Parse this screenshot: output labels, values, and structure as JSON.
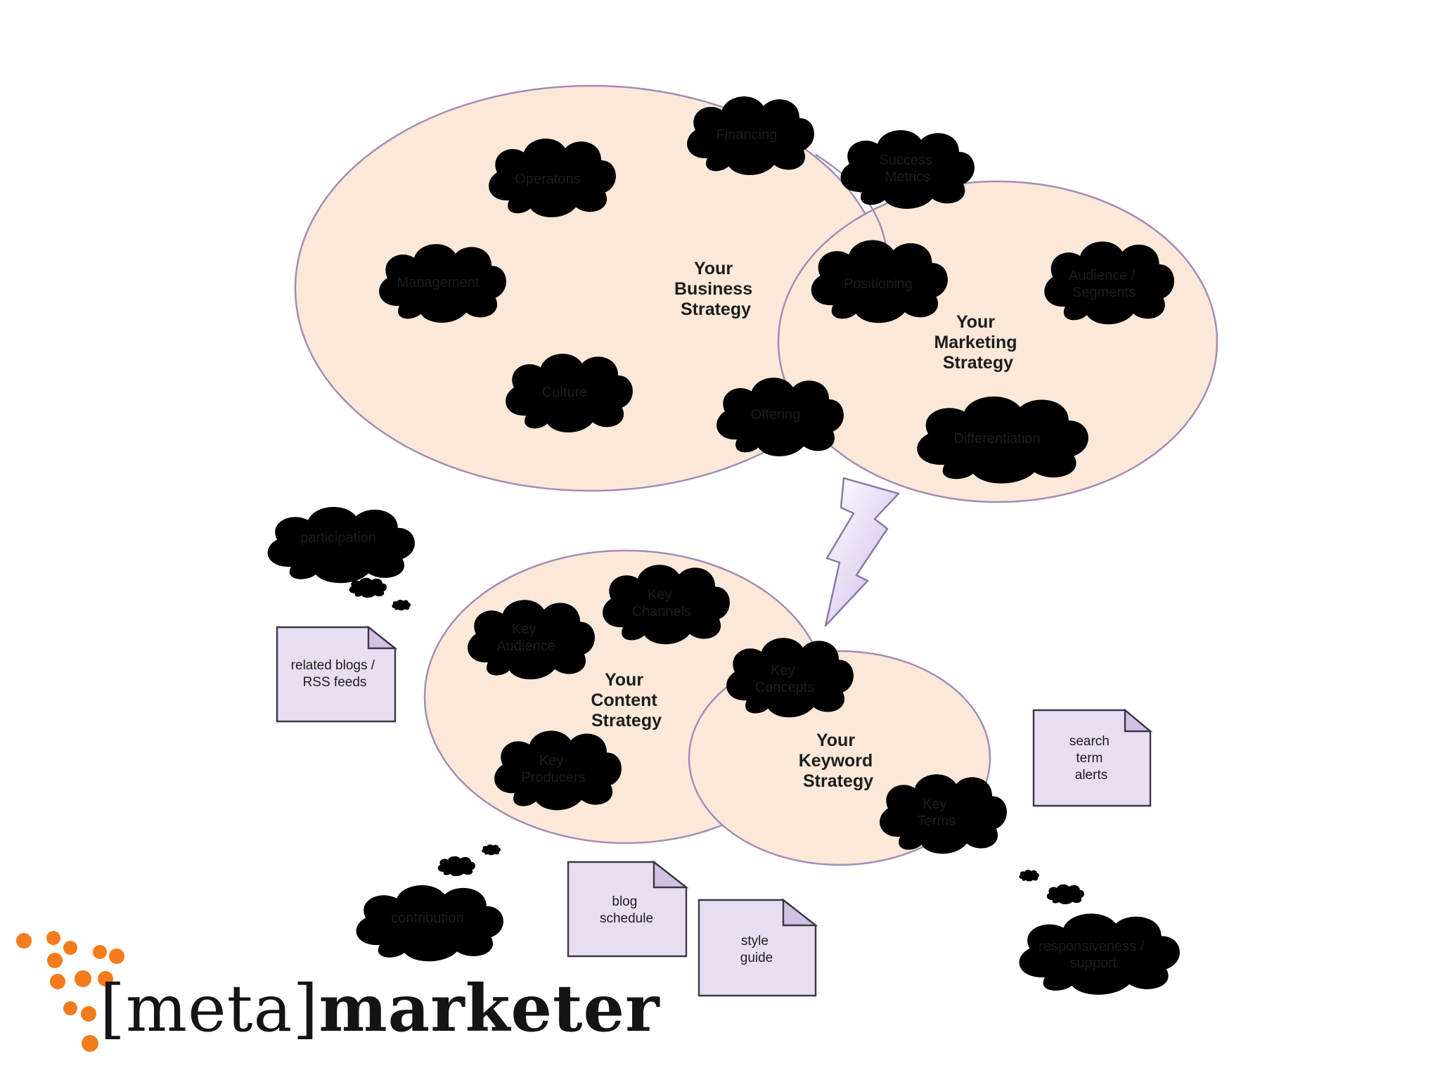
{
  "strategies": {
    "business": [
      "Your",
      "Business",
      "Strategy"
    ],
    "marketing": [
      "Your",
      "Marketing",
      "Strategy"
    ],
    "content": [
      "Your",
      "Content",
      "Strategy"
    ],
    "keyword": [
      "Your",
      "Keyword",
      "Strategy"
    ]
  },
  "business_clouds": {
    "financing": [
      "Financing"
    ],
    "operations": [
      "Operatons"
    ],
    "success_metrics": [
      "Success",
      "Metrics"
    ],
    "management": [
      "Management"
    ],
    "culture": [
      "Culture"
    ],
    "offering": [
      "Offering"
    ]
  },
  "marketing_clouds": {
    "positioning": [
      "Positioning"
    ],
    "audience_segments": [
      "Audience /",
      "Segments"
    ],
    "differentiation": [
      "Differentiation"
    ]
  },
  "content_clouds": {
    "key_channels": [
      "Key",
      "Channels"
    ],
    "key_audience": [
      "Key",
      "Audience"
    ],
    "key_producers": [
      "Key",
      "Producers"
    ]
  },
  "keyword_clouds": {
    "key_concepts": [
      "Key",
      "Concepts"
    ],
    "key_terms": [
      "Key",
      "Terms"
    ]
  },
  "thought_clouds": {
    "participation": [
      "participation"
    ],
    "contribution": [
      "contribution"
    ],
    "responsiveness": [
      "responsiveness /",
      "support"
    ]
  },
  "documents": {
    "related_blogs": [
      "related blogs /",
      "RSS feeds"
    ],
    "search_alerts": [
      "search",
      "term",
      "alerts"
    ],
    "blog_schedule": [
      "blog",
      "schedule"
    ],
    "style_guide": [
      "style",
      "guide"
    ]
  },
  "logo": {
    "bracket_open": "[",
    "meta": "meta",
    "bracket_close": "]",
    "marketer": "marketer"
  },
  "colors": {
    "ellipse_fill": "#fbe8d8",
    "ellipse_stroke": "#a28db8",
    "purple_shape": "#e7def2",
    "bolt": "#d7c8ef",
    "logo_dots": "#f47c1c"
  }
}
